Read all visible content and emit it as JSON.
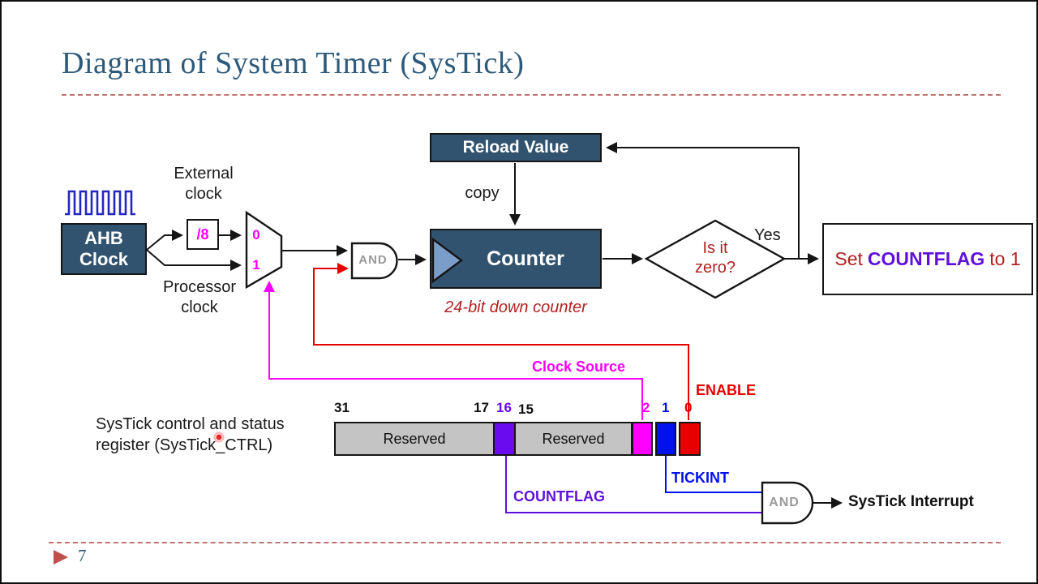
{
  "slide": {
    "title": "Diagram of System Timer (SysTick)",
    "page_number": "7"
  },
  "colors": {
    "title": "#2D5A7B",
    "dashes": "#C0736D",
    "footer_accent": "#C0504D",
    "navy": "#31536F",
    "white": "#FFFFFF",
    "black": "#151515",
    "gray_gate": "#9A9A9A",
    "red": "#E80000",
    "dark_red": "#B22222",
    "magenta": "#FF00FF",
    "blue": "#0010EE",
    "purple": "#5F10DC",
    "cell_purple": "#6A0AEF",
    "reserved_gray": "#C4C4C4",
    "wave_blue": "#2525C2",
    "clock_triangle": "#7A9DC9"
  },
  "clock_path": {
    "ahb_line1": "AHB",
    "ahb_line2": "Clock",
    "external_clock_line1": "External",
    "external_clock_line2": "clock",
    "processor_clock_line1": "Processor",
    "processor_clock_line2": "clock",
    "divider_label": "/8",
    "mux_input0": "0",
    "mux_input1": "1",
    "and_gate_label": "AND"
  },
  "counter_path": {
    "reload_value": "Reload Value",
    "copy_label": "copy",
    "counter_label": "Counter",
    "counter_caption": "24-bit down counter",
    "decision_line1": "Is it",
    "decision_line2": "zero?",
    "yes_label": "Yes",
    "set_pre": "Set",
    "set_flag": "COUNTFLAG",
    "set_post": "to 1"
  },
  "register": {
    "caption_line1": "SysTick control and status",
    "caption_line2": "register (SysTick_CTRL)",
    "bits": {
      "b31": "31",
      "b17": "17",
      "b16": "16",
      "b15": "15",
      "b2": "2",
      "b1": "1",
      "b0": "0"
    },
    "reserved_high": "Reserved",
    "reserved_low": "Reserved",
    "clock_source_label": "Clock Source",
    "enable_label": "ENABLE",
    "countflag_label": "COUNTFLAG",
    "tickint_label": "TICKINT"
  },
  "interrupt": {
    "and_gate_label": "AND",
    "output_label": "SysTick Interrupt"
  }
}
